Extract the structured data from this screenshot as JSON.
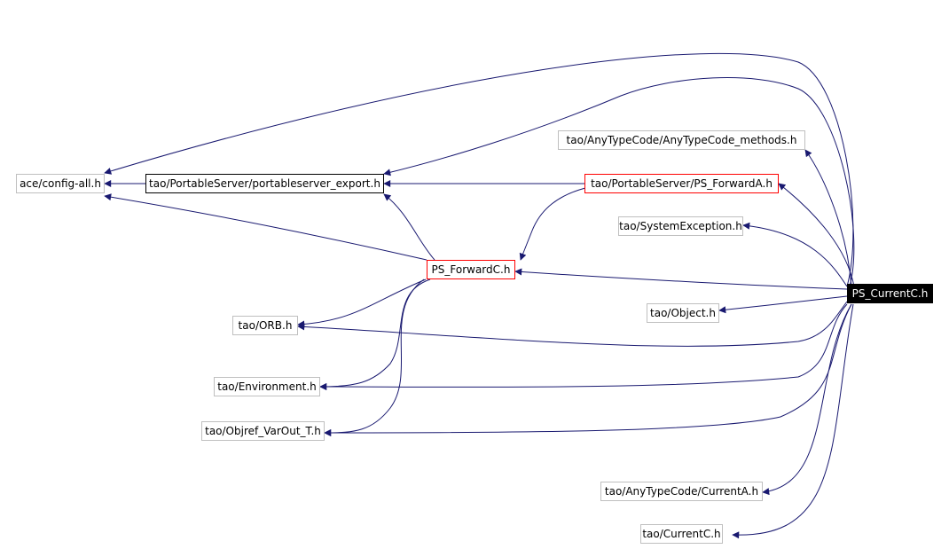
{
  "colors": {
    "edge": "#191970",
    "root_bg": "#000000",
    "root_text": "#ffffff",
    "doc_border": "#000000",
    "linked_border": "#ff0000",
    "ext_border": "#bfbfbf"
  },
  "nodes": {
    "root": "PS_CurrentC.h",
    "config_all": "ace/config-all.h",
    "portableserver_export": "tao/PortableServer/portableserver_export.h",
    "ps_forward_a": "tao/PortableServer/PS_ForwardA.h",
    "ps_forward_c": "PS_ForwardC.h",
    "anytypecode_methods": "tao/AnyTypeCode/AnyTypeCode_methods.h",
    "system_exception": "tao/SystemException.h",
    "object": "tao/Object.h",
    "orb": "tao/ORB.h",
    "environment": "tao/Environment.h",
    "objref_varout": "tao/Objref_VarOut_T.h",
    "current_a": "tao/AnyTypeCode/CurrentA.h",
    "current_c": "tao/CurrentC.h"
  }
}
